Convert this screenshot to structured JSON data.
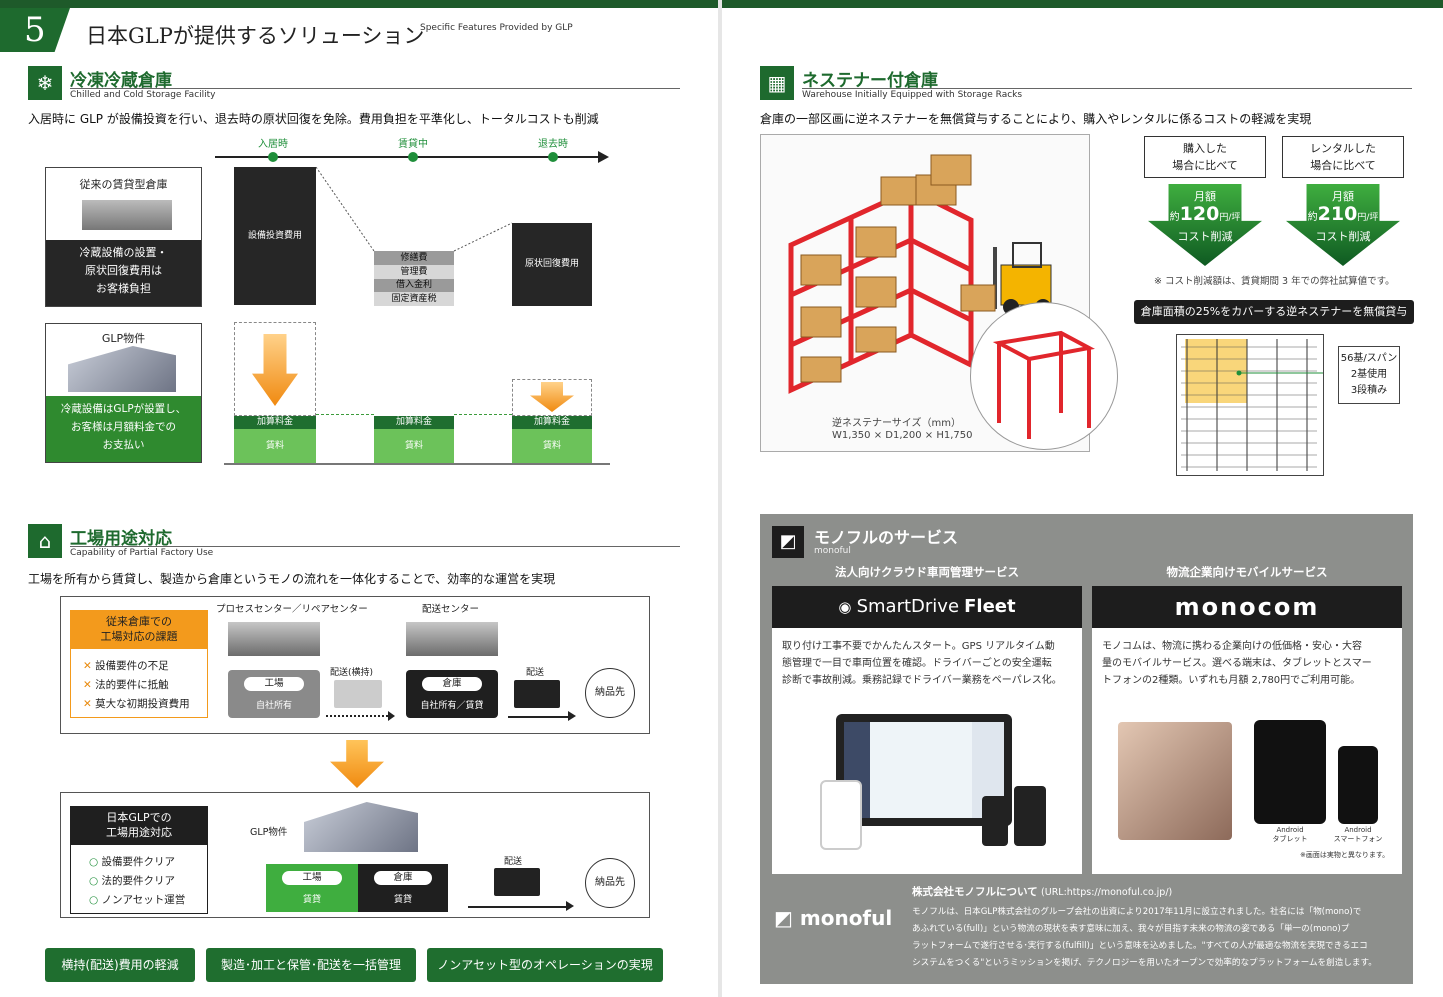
{
  "chapter": {
    "number": "5",
    "title": "日本GLPが提供するソリューション",
    "subtitle": "Specific Features Provided by GLP"
  },
  "cold": {
    "title": "冷凍冷蔵倉庫",
    "subtitle": "Chilled and Cold Storage Facility",
    "lead": "入居時に GLP が設備投資を行い、退去時の原状回復を免除。費用負担を平準化し、トータルコストも削減",
    "timeline": [
      "入居時",
      "賃貸中",
      "退去時"
    ],
    "conventional_title": "従来の賃貸型倉庫",
    "conventional_text": [
      "冷蔵設備の設置・",
      "原状回復費用は",
      "お客様負担"
    ],
    "capex": "設備投資費用",
    "running": [
      "修繕費",
      "管理費",
      "借入金利",
      "固定資産税"
    ],
    "restore": "原状回復費用",
    "glp_title": "GLP物件",
    "glp_text": [
      "冷蔵設備はGLPが設置し、",
      "お客様は月額料金での",
      "お支払い"
    ],
    "surcharge": "加算料金",
    "rent": "賃料"
  },
  "factory": {
    "title": "工場用途対応",
    "subtitle": "Capability of Partial Factory Use",
    "lead": "工場を所有から賃貸し、製造から倉庫というモノの流れを一体化することで、効率的な運営を実現",
    "issue_title": [
      "従来倉庫での",
      "工場対応の課題"
    ],
    "issues": [
      "設備要件の不足",
      "法的要件に抵触",
      "莫大な初期投資費用"
    ],
    "process_center": "プロセスセンター／リペアセンター",
    "dist_center": "配送センター",
    "factory": "工場",
    "self_owned": "自社所有",
    "transport_horizontal": "配送(横持)",
    "warehouse": "倉庫",
    "owned_or_rent": "自社所有／賃貸",
    "delivery": "配送",
    "destination": "納品先",
    "glp_title": [
      "日本GLPでの",
      "工場用途対応"
    ],
    "glp_points": [
      "設備要件クリア",
      "法的要件クリア",
      "ノンアセット運営"
    ],
    "glp_property": "GLP物件",
    "rent": "賃貸",
    "benefits": [
      "横持(配送)費用の軽減",
      "製造･加工と保管･配送を一括管理",
      "ノンアセット型のオペレーションの実現"
    ]
  },
  "racks": {
    "title": "ネステナー付倉庫",
    "subtitle": "Warehouse Initially Equipped with Storage Racks",
    "lead": "倉庫の一部区画に逆ネステナーを無償貸与することにより、購入やレンタルに係るコストの軽減を実現",
    "compare": [
      {
        "head": [
          "購入した",
          "場合に比べて"
        ],
        "monthly": "月額",
        "approx": "約",
        "amount": "120",
        "unit": "円/坪",
        "cut": "コスト削減"
      },
      {
        "head": [
          "レンタルした",
          "場合に比べて"
        ],
        "monthly": "月額",
        "approx": "約",
        "amount": "210",
        "unit": "円/坪",
        "cut": "コスト削減"
      }
    ],
    "note": "※ コスト削減額は、賃貸期間 3 年での弊社試算値です。",
    "banner": "倉庫面積の25%をカバーする逆ネステナーを無償貸与",
    "size_label": "逆ネステナーサイズ（mm）",
    "size_value": "W1,350 × D1,200 × H1,750",
    "layout_note": [
      "56基/スパン",
      "2基使用",
      "3段積み"
    ]
  },
  "monoful": {
    "title": "モノフルのサービス",
    "sub": "monoful",
    "svc1_cat": "法人向けクラウド車両管理サービス",
    "svc1_name": "SmartDrive",
    "svc1_name2": "Fleet",
    "svc1_text": [
      "取り付け工事不要でかんたんスタート。GPS リアルタイム動",
      "態管理で一目で車両位置を確認。ドライバーごとの安全運転",
      "診断で事故削減。乗務記録でドライバー業務をペーパレス化。"
    ],
    "svc2_cat": "物流企業向けモバイルサービス",
    "svc2_name": "monocom",
    "svc2_text": [
      "モノコムは、物流に携わる企業向けの低価格・安心・大容",
      "量のモバイルサービス。選べる端末は、タブレットとスマー",
      "トフォンの2種類。いずれも月額 2,780円でご利用可能。"
    ],
    "tablet_label": [
      "Android",
      "タブレット"
    ],
    "phone_label": [
      "Android",
      "スマートフォン"
    ],
    "device_note": "※画面は実物と異なります。",
    "logo": "monoful",
    "about_title": "株式会社モノフルについて",
    "about_url": "(URL:https://monoful.co.jp/)",
    "about_text": [
      "モノフルは、日本GLP株式会社のグループ会社の出資により2017年11月に設立されました。社名には「物(mono)で",
      "あふれている(full)」という物流の現状を表す意味に加え、我々が目指す未来の物流の姿である「単一の(mono)プ",
      "ラットフォームで遂行させる･実行する(fulfill)」という意味を込めました。\"すべての人が最適な物流を実現できるエコ",
      "システムをつくる\"というミッションを掲げ、テクノロジーを用いたオープンで効率的なプラットフォームを創造します。"
    ]
  }
}
